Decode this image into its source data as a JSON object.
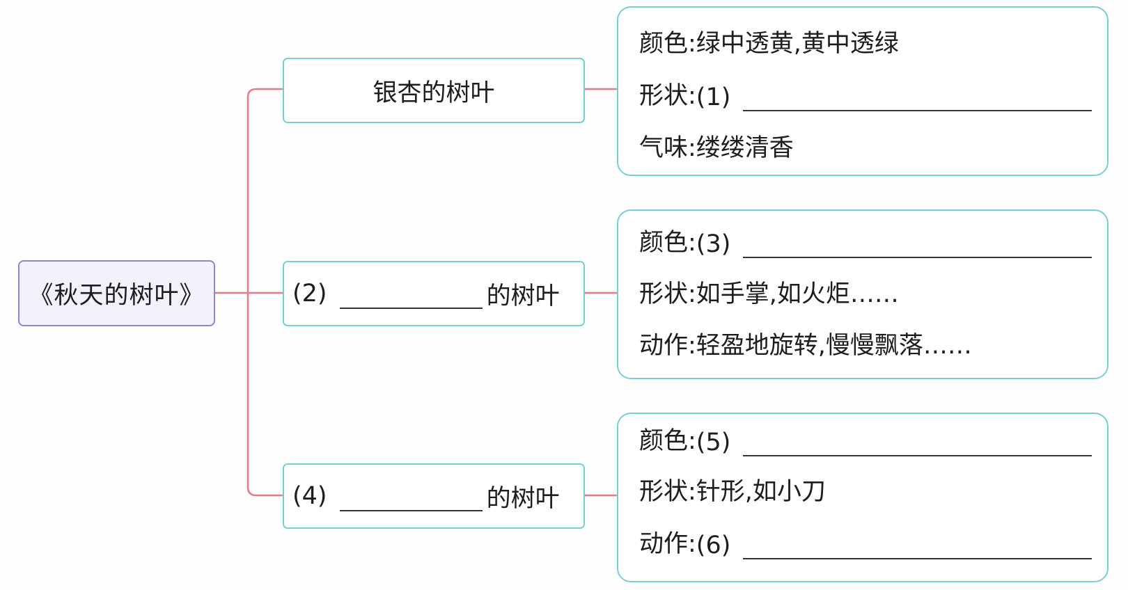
{
  "root": {
    "title": "《秋天的树叶》"
  },
  "branches": [
    {
      "title": "银杏的树叶",
      "details": [
        {
          "label": "颜色:",
          "text": "绿中透黄,黄中透绿"
        },
        {
          "label": "形状:",
          "blank_no": "(1)"
        },
        {
          "label": "气味:",
          "text": "缕缕清香"
        }
      ]
    },
    {
      "blank_no": "(2)",
      "suffix": "的树叶",
      "details": [
        {
          "label": "颜色:",
          "blank_no": "(3)"
        },
        {
          "label": "形状:",
          "text": "如手掌,如火炬……"
        },
        {
          "label": "动作:",
          "text": "轻盈地旋转,慢慢飘落……"
        }
      ]
    },
    {
      "blank_no": "(4)",
      "suffix": "的树叶",
      "details": [
        {
          "label": "颜色:",
          "blank_no": "(5)"
        },
        {
          "label": "形状:",
          "text": "针形,如小刀"
        },
        {
          "label": "动作:",
          "blank_no": "(6)"
        }
      ]
    }
  ],
  "colors": {
    "connector": "#e57b86",
    "root_border": "#8f86c3",
    "box_border": "#77cfd6"
  }
}
